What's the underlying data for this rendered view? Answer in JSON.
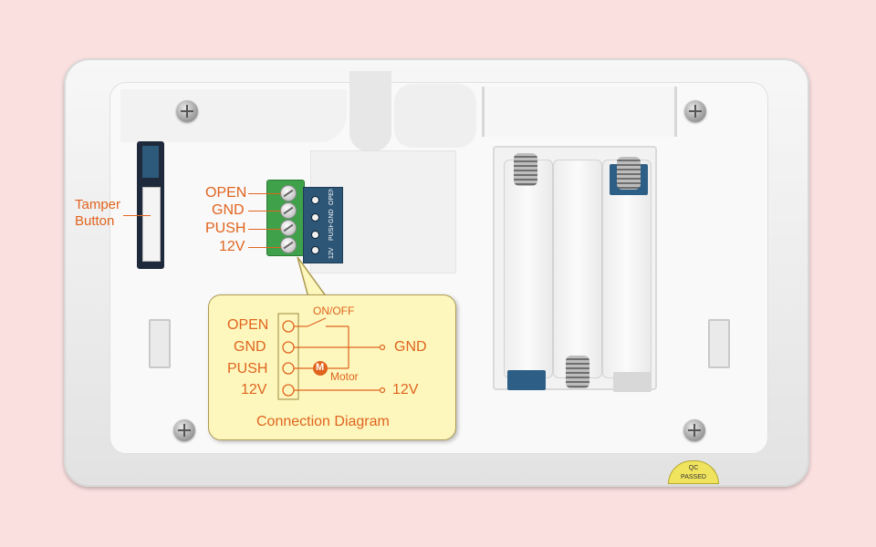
{
  "terminal_labels": {
    "open": "OPEN",
    "gnd": "GND",
    "push": "PUSH",
    "v12": "12V"
  },
  "pcb_marks": {
    "open": "OPEN",
    "gnd": "GND",
    "push": "PUSH",
    "v12": "12V"
  },
  "tamper": {
    "line1": "Tamper",
    "line2": "Button"
  },
  "diagram": {
    "title": "Connection Diagram",
    "terminals": [
      "OPEN",
      "GND",
      "PUSH",
      "12V"
    ],
    "switch_label": "ON/OFF",
    "motor_symbol": "M",
    "motor_label": "Motor",
    "gnd_out": "GND",
    "v12_out": "12V"
  },
  "sticker": {
    "line1": "QC",
    "line2": "PASSED"
  },
  "colors": {
    "background": "#fbe0e0",
    "accent": "#e0641f",
    "diagram_fill": "#fdf7bd",
    "terminal_green": "#3fa14a"
  }
}
